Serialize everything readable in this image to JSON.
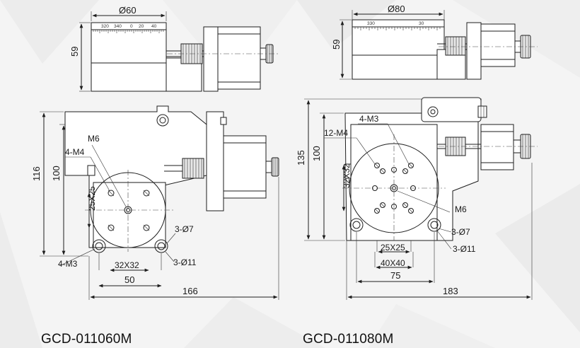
{
  "models": [
    {
      "caption": "GCD-011060M",
      "side_view": {
        "diameter": "Ø60",
        "height": "59",
        "scale_marks": [
          "320",
          "340",
          "0",
          "20",
          "40"
        ]
      },
      "top_view": {
        "overall_length": "166",
        "base_width": "50",
        "hole_pitch": "32X32",
        "table_pitch": "25X25",
        "height_outer": "116",
        "height_inner": "100",
        "center_thread": "M6",
        "table_threads": "4-M4",
        "base_threads": "4-M3",
        "counterbore": "3-Ø7",
        "through_hole": "3-Ø11"
      }
    },
    {
      "caption": "GCD-011080M",
      "side_view": {
        "diameter": "Ø80",
        "height": "59",
        "scale_marks": [
          "330",
          "30"
        ]
      },
      "top_view": {
        "overall_length": "183",
        "base_width": "75",
        "base_pitch": "40X40",
        "table_pitch": "25X25",
        "hole_pitch": "32X32",
        "height_outer": "135",
        "height_inner": "100",
        "center_thread": "M6",
        "table_threads": "12-M4",
        "small_threads": "4-M3",
        "counterbore": "3-Ø7",
        "through_hole": "3-Ø11"
      }
    }
  ],
  "colors": {
    "line": "#1e1e1e",
    "background": "#f4f4f4",
    "part_fill": "#ffffff"
  }
}
